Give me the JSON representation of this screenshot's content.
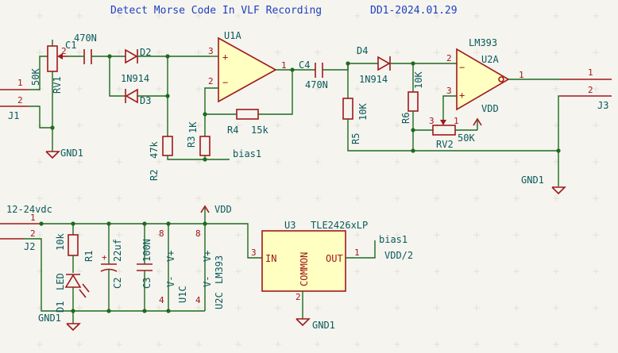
{
  "header": {
    "title": "Detect Morse Code In VLF Recording",
    "date": "DD1-2024.01.29"
  },
  "components": {
    "c1": {
      "ref": "C1",
      "value": "470N"
    },
    "rv1": {
      "ref": "RV1",
      "value": "50K",
      "pin": "2"
    },
    "d2": {
      "ref": "D2"
    },
    "d3": {
      "ref": "D3",
      "value": "1N914"
    },
    "u1a": {
      "ref": "U1A",
      "pin_plus": "3",
      "pin_minus": "2",
      "pin_out": "1"
    },
    "c4": {
      "ref": "C4",
      "value": "470N"
    },
    "r4": {
      "ref": "R4",
      "value": "15k"
    },
    "r3": {
      "ref": "R3",
      "value": "1K"
    },
    "r2": {
      "ref": "R2",
      "value": "47k"
    },
    "d4": {
      "ref": "D4",
      "value": "1N914"
    },
    "r5": {
      "ref": "R5",
      "value": "10K"
    },
    "r6": {
      "ref": "R6",
      "value": "10K"
    },
    "u2a": {
      "ref": "U2A",
      "part": "LM393",
      "pin_minus": "2",
      "pin_plus": "3",
      "pin_out": "1"
    },
    "rv2": {
      "ref": "RV2",
      "value": "50K"
    },
    "j1": {
      "ref": "J1",
      "pin1": "1",
      "pin2": "2"
    },
    "j2": {
      "ref": "J2",
      "pin1": "1",
      "pin2": "2"
    },
    "j3": {
      "ref": "J3",
      "pin1": "1",
      "pin2": "2"
    },
    "r1": {
      "ref": "R1",
      "value": "10k"
    },
    "d1": {
      "ref": "D1",
      "value": "LED"
    },
    "c2": {
      "ref": "C2",
      "value": "22uf"
    },
    "c3": {
      "ref": "C3",
      "value": "100N"
    },
    "u1c": {
      "ref": "U1C",
      "vplus": "V+",
      "vminus": "V-",
      "pin8": "8",
      "pin4": "4"
    },
    "u2c": {
      "ref": "U2C",
      "part": "LM393",
      "vplus": "V+",
      "vminus": "V-",
      "pin8": "8",
      "pin4": "4"
    },
    "u3": {
      "ref": "U3",
      "part": "TLE2426xLP",
      "in": "IN",
      "common": "COMMON",
      "out": "OUT",
      "pin_in": "3",
      "pin_common": "2",
      "pin_out": "1"
    }
  },
  "nets": {
    "gnd": "GND1",
    "vdd": "VDD",
    "bias": "bias1",
    "vdd_half": "VDD/2",
    "supply": "12-24vdc"
  }
}
